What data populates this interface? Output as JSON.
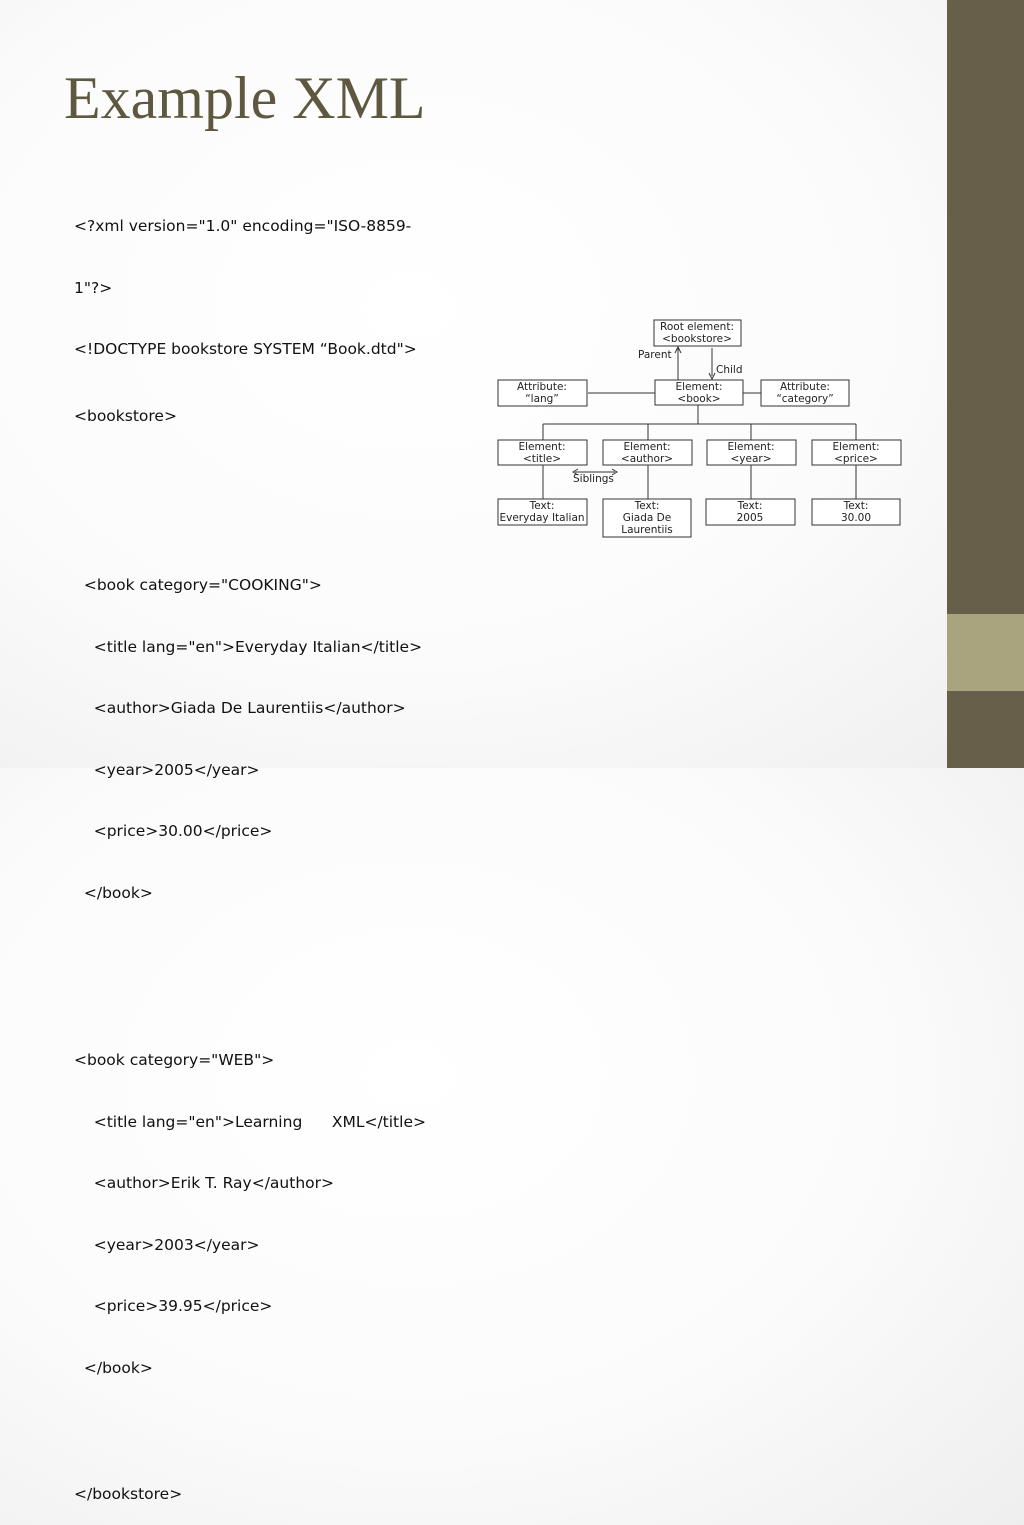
{
  "slide": {
    "title": "Example XML",
    "colors": {
      "sidebar": "#675f49",
      "sidebar_accent": "#a9a47d",
      "title": "#5f5840"
    }
  },
  "code": {
    "line1": "<?xml version=\"1.0\" encoding=\"ISO-8859-",
    "line2": "1\"?>",
    "line3": "<!DOCTYPE bookstore SYSTEM “Book.dtd\">",
    "line4": "<bookstore>",
    "book1": {
      "open": "  <book category=\"COOKING\">",
      "title": "    <title lang=\"en\">Everyday Italian</title>",
      "author": "    <author>Giada De Laurentiis</author>",
      "year": "    <year>2005</year>",
      "price": "    <price>30.00</price>",
      "close": "  </book>"
    },
    "book2": {
      "open": "<book category=\"WEB\">",
      "title": "    <title lang=\"en\">Learning      XML</title>",
      "author": "    <author>Erik T. Ray</author>",
      "year": "    <year>2003</year>",
      "price": "    <price>39.95</price>",
      "close": "  </book>"
    },
    "end": "</bookstore>"
  },
  "diagram": {
    "root_l1": "Root element:",
    "root_l2": "<bookstore>",
    "parent": "Parent",
    "child": "Child",
    "attr_lang_l1": "Attribute:",
    "attr_lang_l2": "“lang”",
    "book_l1": "Element:",
    "book_l2": "<book>",
    "attr_cat_l1": "Attribute:",
    "attr_cat_l2": "“category”",
    "title_l1": "Element:",
    "title_l2": "<title>",
    "author_l1": "Element:",
    "author_l2": "<author>",
    "year_l1": "Element:",
    "year_l2": "<year>",
    "price_l1": "Element:",
    "price_l2": "<price>",
    "siblings": "Siblings",
    "text1_l1": "Text:",
    "text1_l2": "Everyday Italian",
    "text2_l1": "Text:",
    "text2_l2": "Giada De",
    "text2_l3": "Laurentiis",
    "text3_l1": "Text:",
    "text3_l2": "2005",
    "text4_l1": "Text:",
    "text4_l2": "30.00"
  }
}
